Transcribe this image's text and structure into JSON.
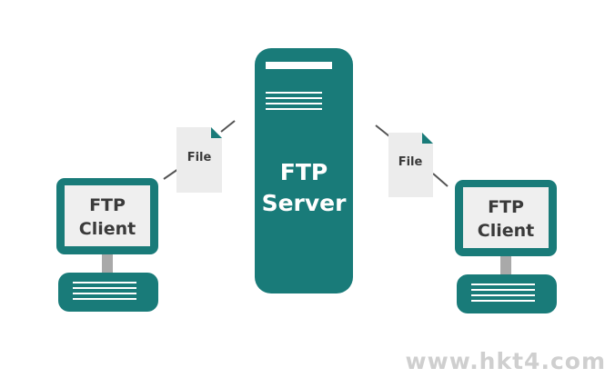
{
  "server": {
    "line1": "FTP",
    "line2": "Server"
  },
  "clients": [
    {
      "line1": "FTP",
      "line2": "Client"
    },
    {
      "line1": "FTP",
      "line2": "Client"
    }
  ],
  "files": [
    {
      "label": "File"
    },
    {
      "label": "File"
    }
  ],
  "watermark": "www.hkt4.com",
  "colors": {
    "teal": "#197b79",
    "screen": "#efefef",
    "stand": "#a9a9a9",
    "file_paper": "#ececec",
    "file_fold": "#197b79",
    "arrow": "#555555"
  }
}
